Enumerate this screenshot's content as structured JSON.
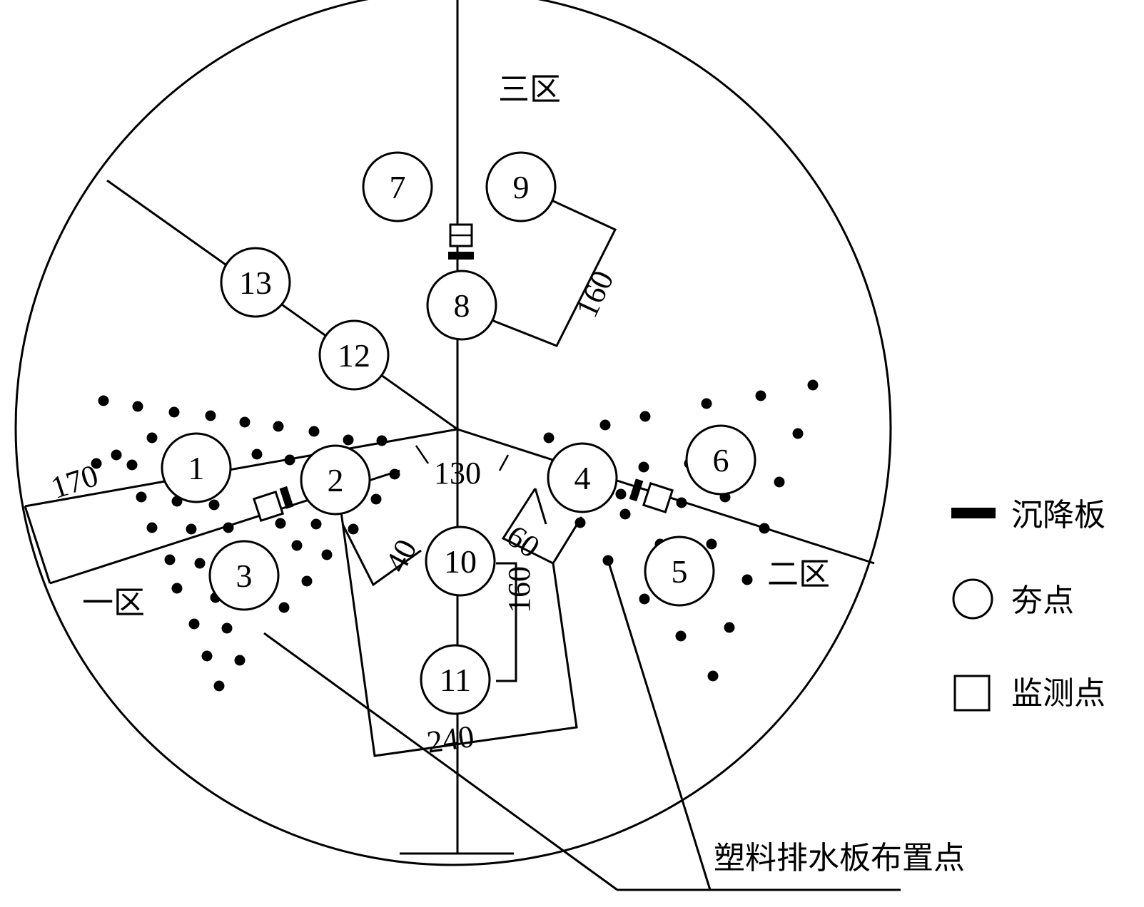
{
  "zones": {
    "zone1": "一区",
    "zone2": "二区",
    "zone3": "三区"
  },
  "tamping_points": [
    "1",
    "2",
    "3",
    "4",
    "5",
    "6",
    "7",
    "8",
    "9",
    "10",
    "11",
    "12",
    "13"
  ],
  "dimensions": {
    "d170": "170",
    "d130": "130",
    "d160_top": "160",
    "d160_mid": "160",
    "d40": "40",
    "d60": "60",
    "d240": "240"
  },
  "legend": {
    "settlement_plate": "沉降板",
    "tamping_point": "夯点",
    "monitoring_point": "监测点"
  },
  "callout": {
    "drain_board_points": "塑料排水板布置点"
  },
  "colors": {
    "ink": "#000000",
    "background": "#ffffff"
  }
}
